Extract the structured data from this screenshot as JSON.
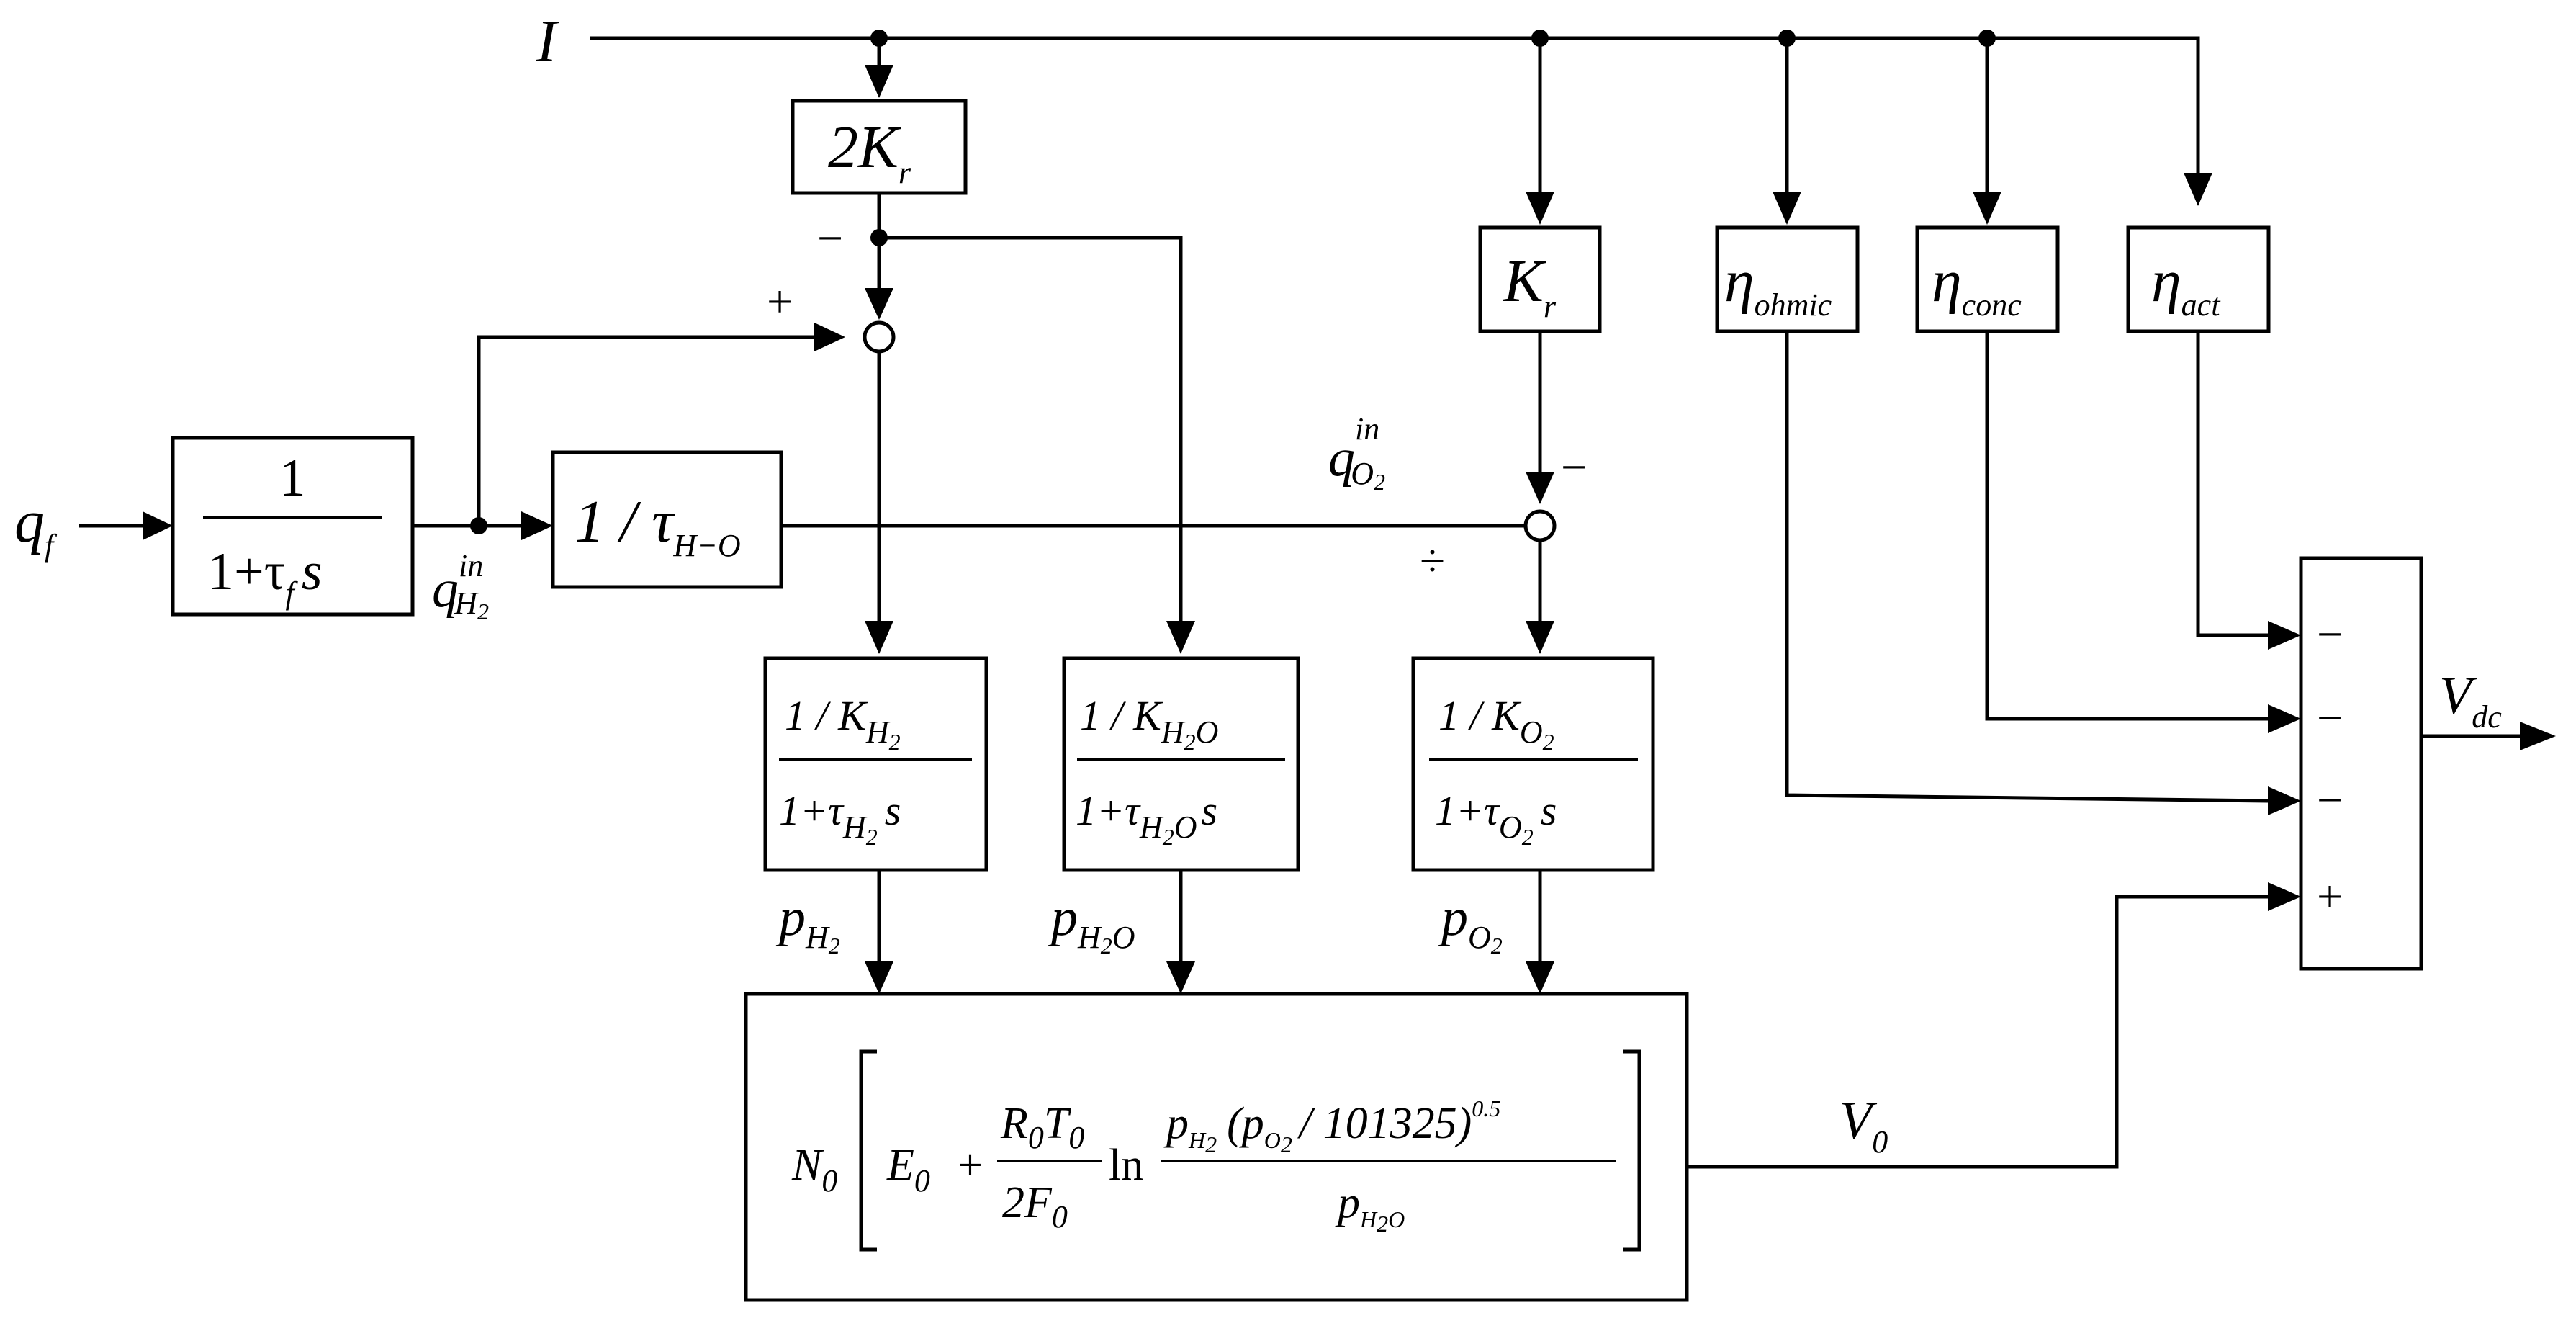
{
  "inputs": {
    "current": "I",
    "fuel_flow": "q",
    "fuel_flow_sub": "f"
  },
  "blocks": {
    "fuel_tf": {
      "num": "1",
      "den": "1+τ",
      "den_sub": "f",
      "den_var": "s"
    },
    "ratio": {
      "text": "1 / τ",
      "sub": "H−O"
    },
    "two_kr": {
      "text": "2K",
      "sub": "r"
    },
    "kr": {
      "text": "K",
      "sub": "r"
    },
    "ohmic": {
      "text": "η",
      "sub": "ohmic"
    },
    "conc": {
      "text": "η",
      "sub": "conc"
    },
    "act": {
      "text": "η",
      "sub": "act"
    },
    "h2_tf": {
      "num": "1 / K",
      "num_sub": "H",
      "num_sub2": "2",
      "den": "1+τ",
      "den_sub": "H",
      "den_sub2": "2",
      "den_var": "s"
    },
    "h2o_tf": {
      "num": "1 / K",
      "num_sub": "H",
      "num_sub2": "2",
      "num_sub3": "O",
      "den": "1+τ",
      "den_sub": "H",
      "den_sub2": "2",
      "den_sub3": "O",
      "den_var": "s"
    },
    "o2_tf": {
      "num": "1 / K",
      "num_sub": "O",
      "num_sub2": "2",
      "den": "1+τ",
      "den_sub": "O",
      "den_sub2": "2",
      "den_var": "s"
    }
  },
  "nernst": {
    "n0": "N",
    "n0_sub": "0",
    "e0": "E",
    "e0_sub": "0",
    "plus": "+",
    "coef_num_r": "R",
    "coef_num_r_sub": "0",
    "coef_num_t": "T",
    "coef_num_t_sub": "0",
    "coef_den": "2F",
    "coef_den_sub": "0",
    "ln": "ln",
    "p_h2": "p",
    "p_h2_sub": "H",
    "p_h2_sub2": "2",
    "lparen": "(",
    "p_o2": "p",
    "p_o2_sub": "O",
    "p_o2_sub2": "2",
    "div_const": "/ 101325",
    "rparen": ")",
    "exponent": "0.5",
    "p_h2o": "p",
    "p_h2o_sub": "H",
    "p_h2o_sub2": "2",
    "p_h2o_sub3": "O"
  },
  "signals": {
    "q_h2_in": {
      "text": "q",
      "sup": "in",
      "sub": "H",
      "sub2": "2"
    },
    "q_o2_in": {
      "text": "q",
      "sup": "in",
      "sub": "O",
      "sub2": "2"
    },
    "p_h2": {
      "text": "p",
      "sub": "H",
      "sub2": "2"
    },
    "p_h2o": {
      "text": "p",
      "sub": "H",
      "sub2": "2",
      "sub3": "O"
    },
    "p_o2": {
      "text": "p",
      "sub": "O",
      "sub2": "2"
    },
    "v0": {
      "text": "V",
      "sub": "0"
    },
    "vdc": {
      "text": "V",
      "sub": "dc"
    }
  },
  "signs": {
    "sum1_minus": "−",
    "sum1_plus": "+",
    "sum2_minus": "−",
    "sum2_div": "÷",
    "final_1": "−",
    "final_2": "−",
    "final_3": "−",
    "final_4": "+"
  }
}
